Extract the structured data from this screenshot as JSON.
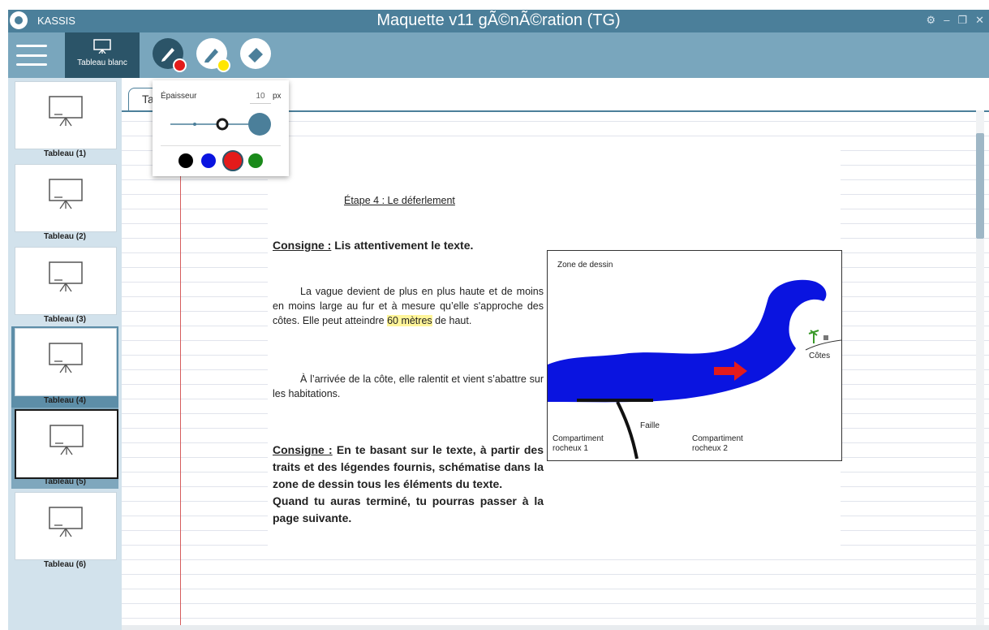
{
  "app": {
    "name": "KASSIS",
    "window_title": "Maquette v11 gÃ©nÃ©ration (TG)"
  },
  "window_controls": [
    "settings-icon",
    "minimize-icon",
    "restore-icon",
    "close-icon"
  ],
  "toolbar": {
    "mode_label": "Tableau blanc",
    "tools": [
      {
        "name": "pen",
        "dot_color": "#e31b1b"
      },
      {
        "name": "highlighter",
        "dot_color": "#ffe600"
      },
      {
        "name": "eraser"
      }
    ]
  },
  "sidebar": {
    "items": [
      {
        "label": "Tableau (1)"
      },
      {
        "label": "Tableau (2)"
      },
      {
        "label": "Tableau (3)"
      },
      {
        "label": "Tableau (4)"
      },
      {
        "label": "Tableau (5)"
      },
      {
        "label": "Tableau (6)"
      }
    ],
    "selected_index": 3,
    "current_index": 4
  },
  "tab": {
    "label": "Ta"
  },
  "pen_popup": {
    "thickness_label": "Épaisseur",
    "thickness_value": "10",
    "unit": "px",
    "colors": [
      "#000000",
      "#0a14e0",
      "#e31b1b",
      "#1a8a1a"
    ],
    "selected_color": "#e31b1b"
  },
  "page": {
    "step_title": "Étape 4 : Le déferlement",
    "consigne1_label": "Consigne :",
    "consigne1_text": " Lis attentivement le texte.",
    "para1_before": "La vague devient de plus en plus haute et de moins en moins large au fur et à mesure qu’elle s'approche des côtes. Elle peut atteindre ",
    "para1_highlight": "60 mètres",
    "para1_after": " de haut.",
    "para2": "À l’arrivée de la côte, elle ralentit et vient s’abattre sur les habitations.",
    "consigne2_label": "Consigne :",
    "consigne2_text": " En te basant sur le texte, à partir des traits et des légendes fournis, schématise dans la zone de dessin tous les éléments du texte.",
    "consigne2_line2": "Quand tu auras terminé, tu pourras passer à la page suivante."
  },
  "drawing": {
    "zone_title": "Zone de dessin",
    "coast_label": "Côtes",
    "fault_label": "Faille",
    "comp1_line1": "Compartiment",
    "comp1_line2": "rocheux 1",
    "comp2_line1": "Compartiment",
    "comp2_line2": "rocheux 2",
    "wave_color": "#0a14e0",
    "arrow_color": "#e31b1b"
  }
}
